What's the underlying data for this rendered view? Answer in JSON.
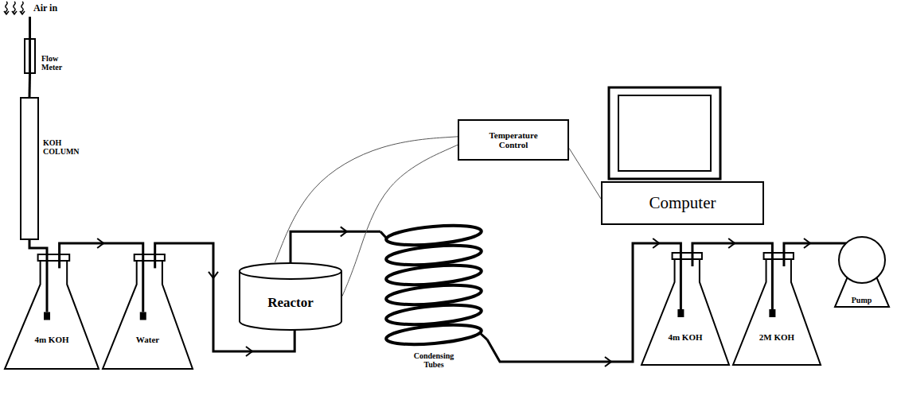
{
  "diagram": {
    "nodes": [
      {
        "text": [
          "Flow Meter"
        ]
      },
      {
        "text": [
          "KOH COLUMN"
        ]
      },
      {
        "text": [
          "4m KOH"
        ]
      },
      {
        "text": [
          "Water"
        ]
      },
      {
        "text": [
          "Reactor"
        ]
      },
      {
        "text": [
          "Temperature Control"
        ]
      },
      {
        "text": [
          "Computer"
        ]
      },
      {
        "text": [
          "Condensing Tubes"
        ]
      },
      {
        "text": [
          "4m KOH"
        ]
      },
      {
        "text": [
          "2M KOH"
        ]
      },
      {
        "text": [
          "Pump"
        ]
      }
    ],
    "edges": [
      {
        "from": 0,
        "to": 1,
        "arrow": "none"
      },
      {
        "from": 1,
        "to": 2,
        "arrow": "none"
      },
      {
        "from": 2,
        "to": 3,
        "arrow": "to"
      },
      {
        "from": 3,
        "to": 4,
        "arrow": "to"
      },
      {
        "from": 4,
        "to": 7,
        "arrow": "to"
      },
      {
        "from": 7,
        "to": 8,
        "arrow": "to"
      },
      {
        "from": 8,
        "to": 9,
        "arrow": "to"
      },
      {
        "from": 9,
        "to": 10,
        "arrow": "to"
      },
      {
        "from": 5,
        "to": 4,
        "arrow": "none"
      },
      {
        "from": 5,
        "to": 4,
        "arrow": "none"
      },
      {
        "from": 5,
        "to": 6,
        "arrow": "none"
      }
    ],
    "labels": [
      "Air in"
    ]
  }
}
